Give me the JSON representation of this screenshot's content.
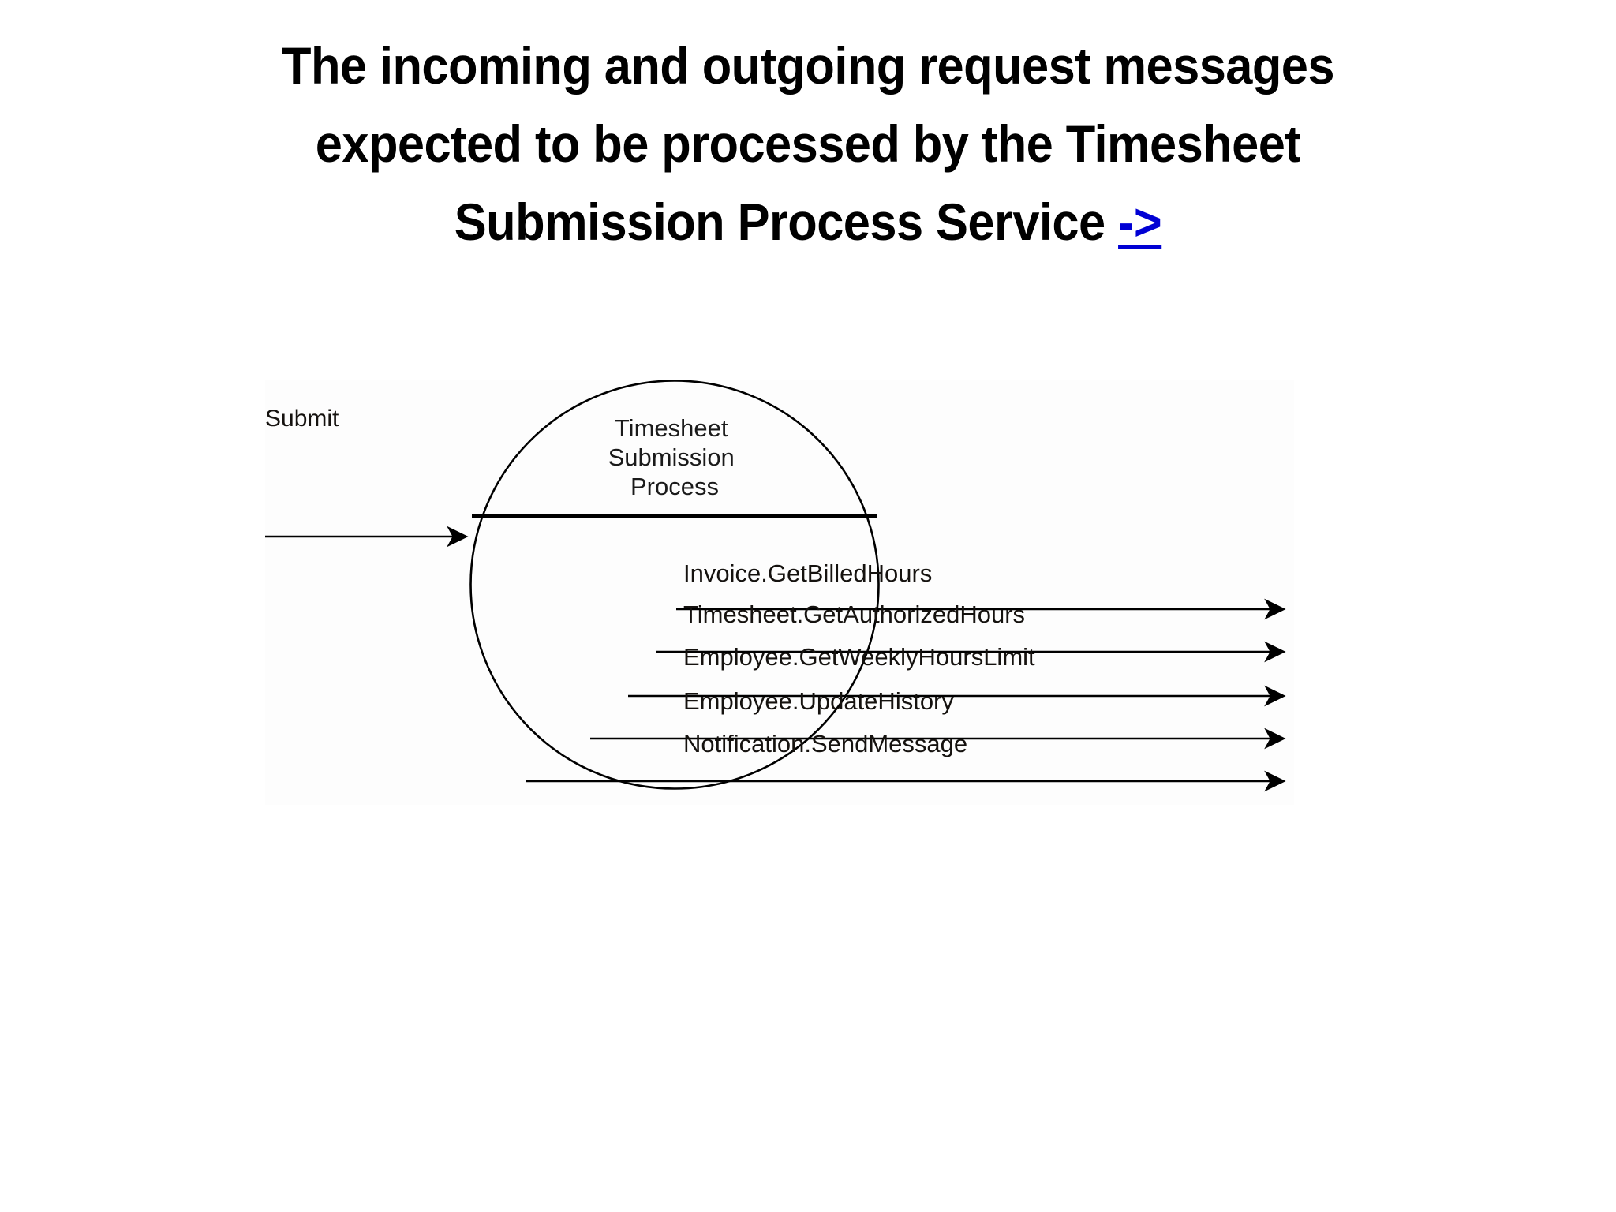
{
  "slide": {
    "title_text": "The incoming and outgoing request messages expected to be processed by the Timesheet Submission Process Service ",
    "title_link_label": "->",
    "link_color": "#0000D4",
    "background_color": "#FFFFFF"
  },
  "diagram": {
    "type": "data-flow-diagram",
    "stroke_color": "#000000",
    "process": {
      "shape": "circle",
      "label_lines": [
        "Timesheet",
        "Submission",
        "Process"
      ],
      "label": "Timesheet Submission Process",
      "has_horizontal_divider": true
    },
    "incoming_messages": [
      {
        "label": "Submit",
        "direction": "in"
      }
    ],
    "outgoing_messages": [
      {
        "label": "Invoice.GetBilledHours",
        "direction": "out"
      },
      {
        "label": "Timesheet.GetAuthorizedHours",
        "direction": "out"
      },
      {
        "label": "Employee.GetWeeklyHoursLimit",
        "direction": "out"
      },
      {
        "label": "Employee.UpdateHistory",
        "direction": "out"
      },
      {
        "label": "Notification.SendMessage",
        "direction": "out"
      }
    ]
  }
}
